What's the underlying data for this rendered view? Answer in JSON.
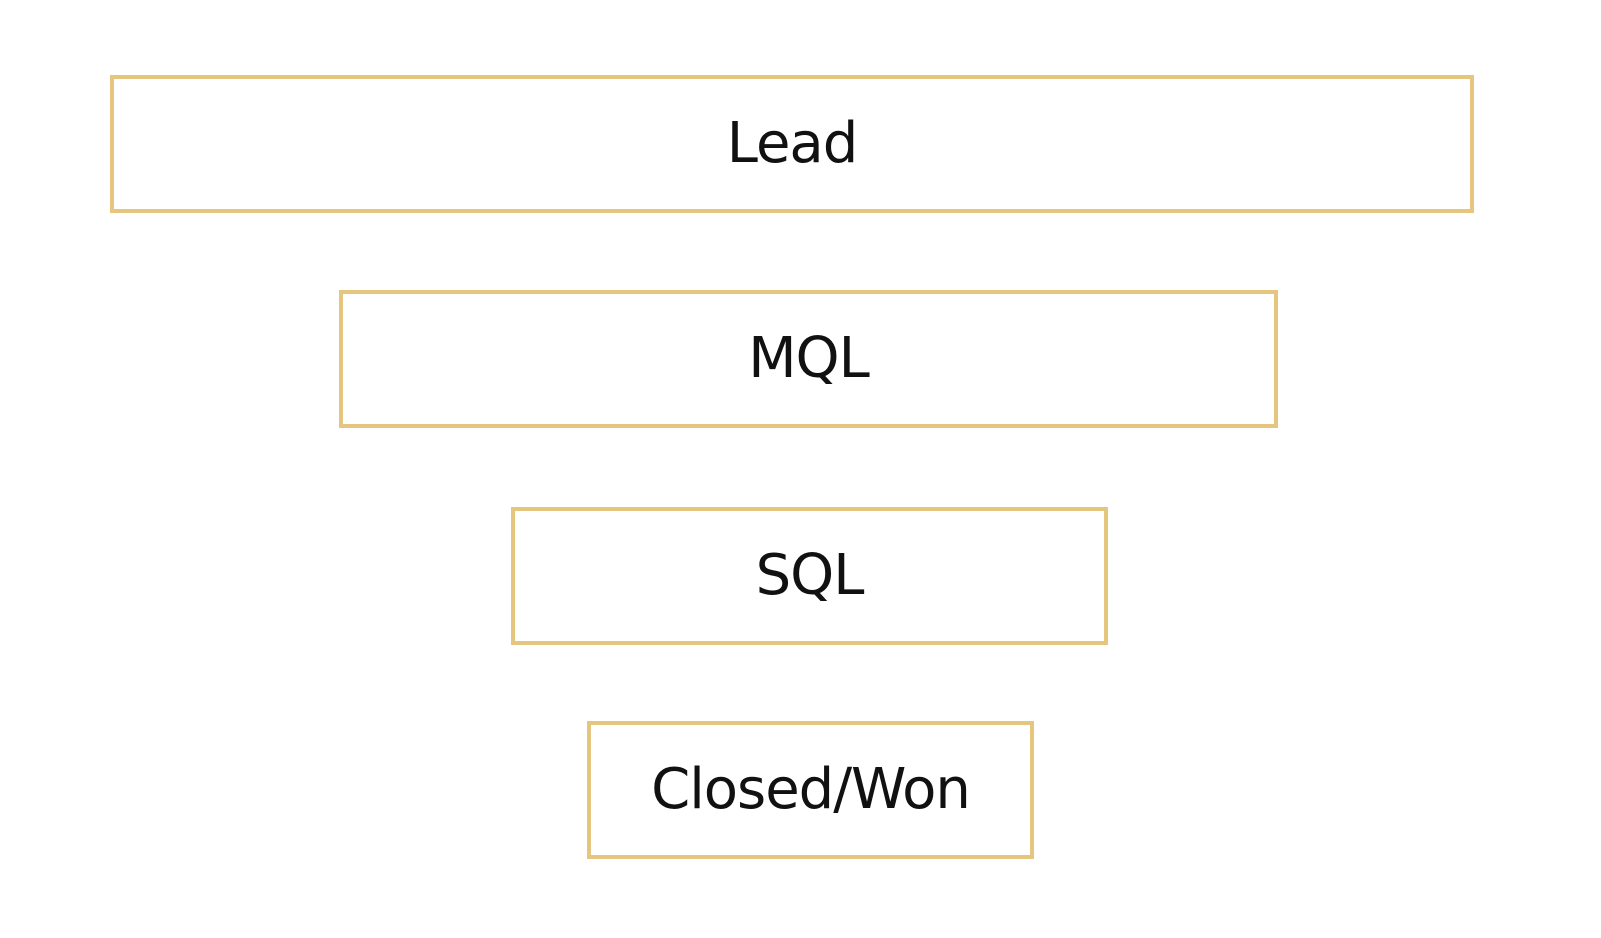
{
  "funnel": {
    "border_color": "#e6c57e",
    "stages": [
      {
        "label": "Lead"
      },
      {
        "label": "MQL"
      },
      {
        "label": "SQL"
      },
      {
        "label": "Closed/Won"
      }
    ]
  }
}
